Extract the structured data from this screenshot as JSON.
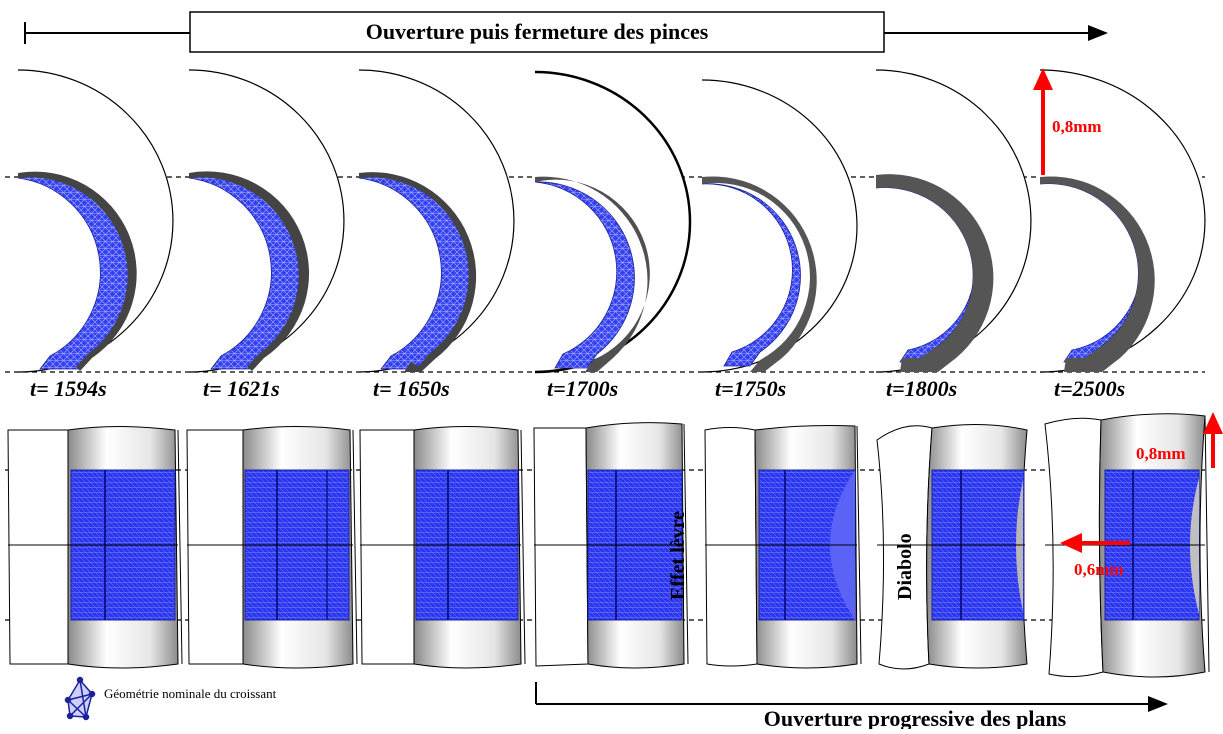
{
  "top_process": {
    "label": "Ouverture puis fermeture des pinces"
  },
  "bottom_process": {
    "label": "Ouverture progressive des plans"
  },
  "time_labels": [
    "t= 1594s",
    "t= 1621s",
    "t= 1650s",
    "t=1700s",
    "t=1750s",
    "t=1800s",
    "t=2500s"
  ],
  "annotations": {
    "top_displacement": "0,8mm",
    "bottom_vertical_displacement": "0,8mm",
    "bottom_horizontal_displacement": "0,6mm",
    "lip_effect": "Effet lèvre",
    "diabolo": "Diabolo"
  },
  "legend": {
    "label": "Géométrie nominale du croissant",
    "icon": "mesh-tetra-icon"
  },
  "colors": {
    "mesh": "#2a35f0",
    "arrow_red": "#ff0000",
    "shell": "#555555"
  }
}
